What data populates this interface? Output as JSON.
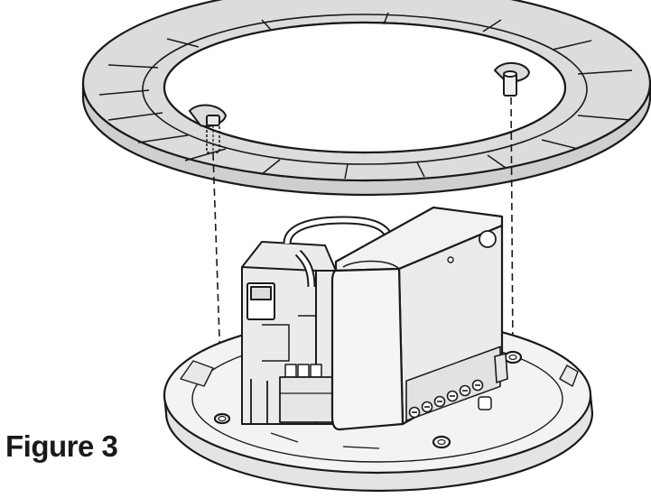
{
  "figure": {
    "caption": "Figure 3"
  },
  "colors": {
    "outline": "#1a1a1a",
    "ring_fill": "#d8d8d8",
    "ring_top": "#e6e6e6",
    "base_fill": "#f2f2f2",
    "module_fill": "#eeeeee",
    "background": "#ffffff"
  },
  "parts": [
    "mounting-ring",
    "ring-pins",
    "relay-module",
    "terminal-block",
    "base-plate",
    "alignment-guides"
  ]
}
